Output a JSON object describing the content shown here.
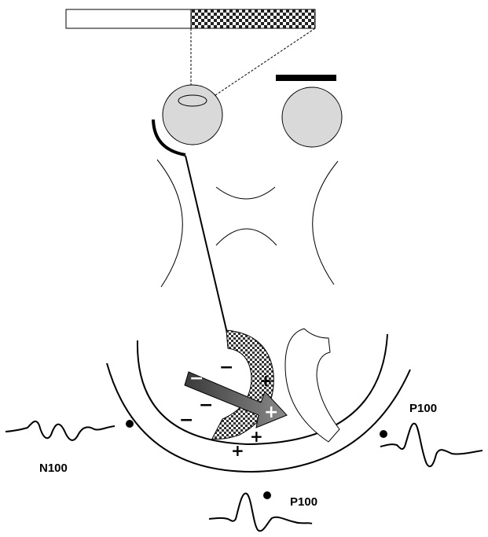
{
  "labels": {
    "n100_left": "N100",
    "p100_right": "P100",
    "p100_bottom": "P100"
  },
  "signs": {
    "minus": "−",
    "plus": "+"
  },
  "colors": {
    "ink": "#000000",
    "eye_fill": "#d9d9d9",
    "arrow_fill": "#555555",
    "checker_dark": "#222222",
    "checker_light": "#ffffff"
  }
}
